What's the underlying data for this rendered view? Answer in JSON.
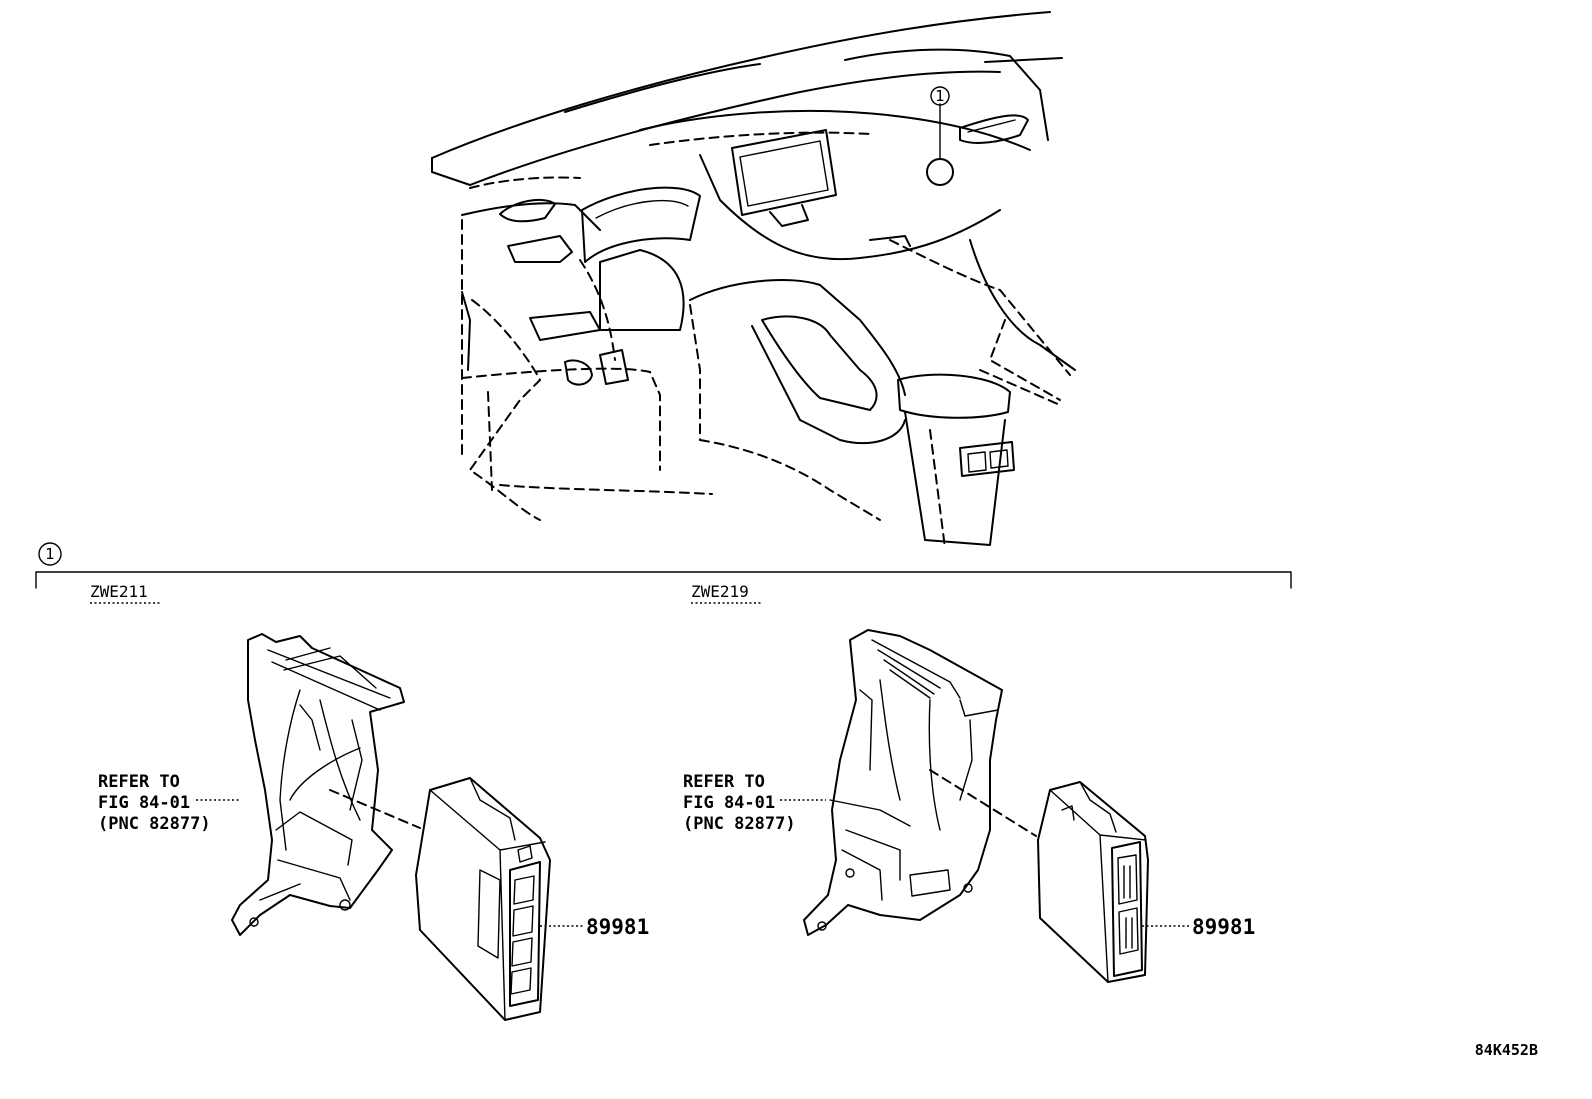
{
  "callout": {
    "number": "1"
  },
  "variants": [
    {
      "code": "ZWE211",
      "refer_lines": [
        "REFER TO",
        "FIG 84-01",
        "(PNC 82877)"
      ],
      "part_number": "89981"
    },
    {
      "code": "ZWE219",
      "refer_lines": [
        "REFER TO",
        "FIG 84-01",
        "(PNC 82877)"
      ],
      "part_number": "89981"
    }
  ],
  "figure_code": "84K452B"
}
